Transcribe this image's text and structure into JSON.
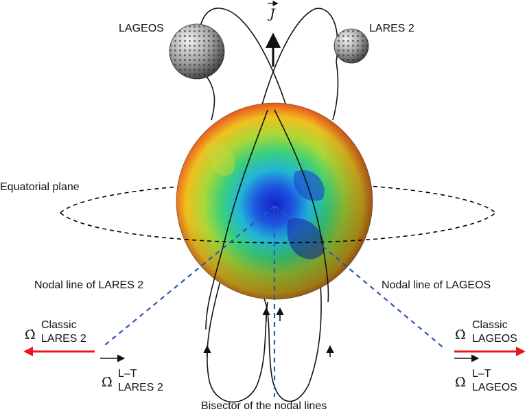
{
  "labels": {
    "lageos": "LAGEOS",
    "lares2": "LARES 2",
    "j_vector": "J",
    "equatorial_plane": "Equatorial plane",
    "nodal_line_lares2": "Nodal line of LARES 2",
    "nodal_line_lageos": "Nodal line of LAGEOS",
    "bisector": "Bisector of the nodal lines",
    "classic_lares2_line1": "Classic",
    "classic_lares2_line2": "LARES 2",
    "lt_lares2_line1": "L–T",
    "lt_lares2_line2": "LARES 2",
    "classic_lageos_line1": "Classic",
    "classic_lageos_line2": "LAGEOS",
    "lt_lageos_line1": "L–T",
    "lt_lageos_line2": "LAGEOS",
    "omega_dot": "Ω̇"
  },
  "colors": {
    "classic_arrow": "#e8191e",
    "lt_arrow": "#000000",
    "nodal_lines": "#2957b5",
    "orbits": "#111111",
    "equatorial_ellipse": "#000000"
  }
}
